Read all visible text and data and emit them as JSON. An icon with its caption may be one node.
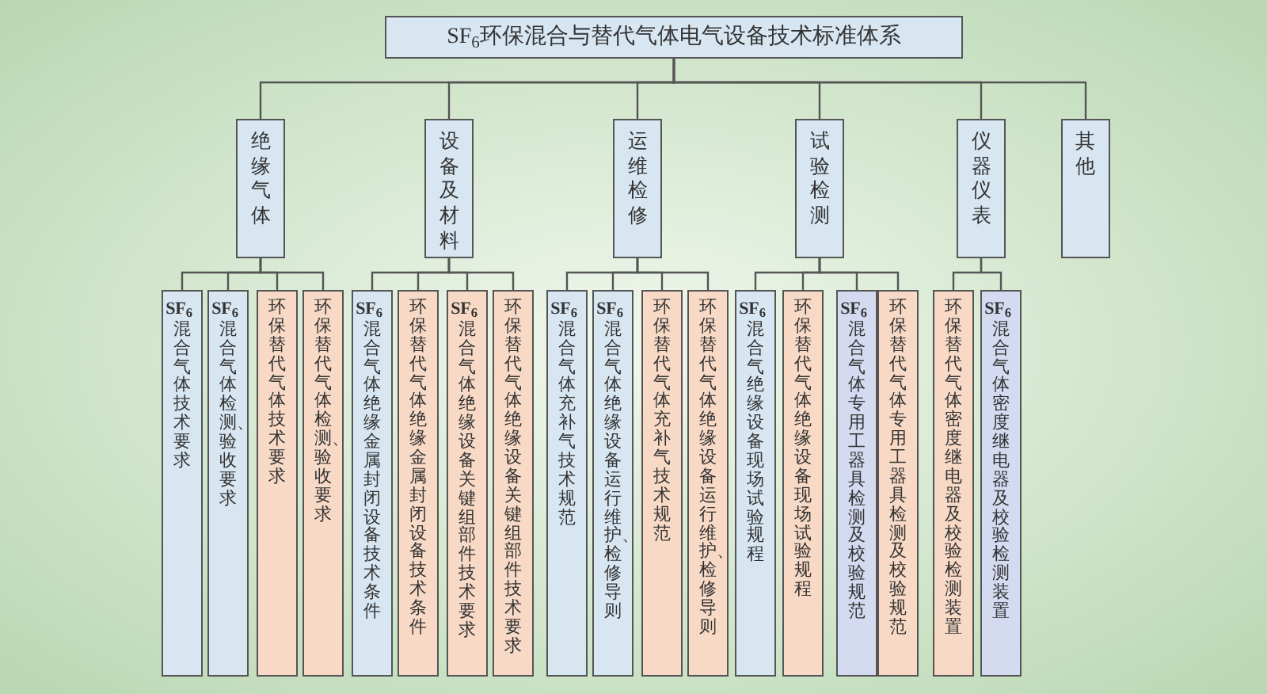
{
  "diagram": {
    "nodes": [
      {
        "text": [
          "SF$_{6}$环保混合与替代气体电气设备技术标准体系"
        ]
      },
      {
        "text": [
          "绝缘气体"
        ]
      },
      {
        "text": [
          "设备及材料"
        ]
      },
      {
        "text": [
          "运维检修"
        ]
      },
      {
        "text": [
          "试验检测"
        ]
      },
      {
        "text": [
          "仪器仪表"
        ]
      },
      {
        "text": [
          "其他"
        ]
      },
      {
        "text": [
          "SF$_{6}$混合气体技术要求"
        ]
      },
      {
        "text": [
          "SF$_{6}$混合气体检测、验收要求"
        ]
      },
      {
        "text": [
          "环保替代气体技术要求"
        ]
      },
      {
        "text": [
          "环保替代气体检测、验收要求"
        ]
      },
      {
        "text": [
          "SF$_{6}$混合气体绝缘金属封闭设备技术条件"
        ]
      },
      {
        "text": [
          "环保替代气体绝缘金属封闭设备技术条件"
        ]
      },
      {
        "text": [
          "SF$_{6}$混合气体绝缘设备关键组部件技术要求"
        ]
      },
      {
        "text": [
          "环保替代气体绝缘设备关键组部件技术要求"
        ]
      },
      {
        "text": [
          "SF$_{6}$混合气体充补气技术规范"
        ]
      },
      {
        "text": [
          "SF$_{6}$混合气体绝缘设备运行维护、检修导则"
        ]
      },
      {
        "text": [
          "环保替代气体充补气技术规范"
        ]
      },
      {
        "text": [
          "环保替代气体绝缘设备运行维护、检修导则"
        ]
      },
      {
        "text": [
          "SF$_{6}$混合气绝缘设备现场试验规程"
        ]
      },
      {
        "text": [
          "环保替代气体绝缘设备现场试验规程"
        ]
      },
      {
        "text": [
          "SF$_{6}$混合气体专用工器具检测及校验规范"
        ]
      },
      {
        "text": [
          "环保替代气体专用工器具检测及校验规范"
        ]
      },
      {
        "text": [
          "环保替代气体密度继电器及校验检测装置"
        ]
      },
      {
        "text": [
          "SF$_{6}$混合气体密度继电器及校验检测装置"
        ]
      }
    ],
    "edges": [
      {
        "from": 0,
        "to": 1,
        "arrow": "none"
      },
      {
        "from": 0,
        "to": 2,
        "arrow": "none"
      },
      {
        "from": 0,
        "to": 3,
        "arrow": "none"
      },
      {
        "from": 0,
        "to": 4,
        "arrow": "none"
      },
      {
        "from": 0,
        "to": 5,
        "arrow": "none"
      },
      {
        "from": 0,
        "to": 6,
        "arrow": "none"
      },
      {
        "from": 1,
        "to": 7,
        "arrow": "none"
      },
      {
        "from": 1,
        "to": 8,
        "arrow": "none"
      },
      {
        "from": 1,
        "to": 9,
        "arrow": "none"
      },
      {
        "from": 1,
        "to": 10,
        "arrow": "none"
      },
      {
        "from": 2,
        "to": 11,
        "arrow": "none"
      },
      {
        "from": 2,
        "to": 12,
        "arrow": "none"
      },
      {
        "from": 2,
        "to": 13,
        "arrow": "none"
      },
      {
        "from": 2,
        "to": 14,
        "arrow": "none"
      },
      {
        "from": 3,
        "to": 15,
        "arrow": "none"
      },
      {
        "from": 3,
        "to": 16,
        "arrow": "none"
      },
      {
        "from": 3,
        "to": 17,
        "arrow": "none"
      },
      {
        "from": 3,
        "to": 18,
        "arrow": "none"
      },
      {
        "from": 4,
        "to": 19,
        "arrow": "none"
      },
      {
        "from": 4,
        "to": 20,
        "arrow": "none"
      },
      {
        "from": 4,
        "to": 21,
        "arrow": "none"
      },
      {
        "from": 4,
        "to": 22,
        "arrow": "none"
      },
      {
        "from": 5,
        "to": 23,
        "arrow": "none"
      },
      {
        "from": 5,
        "to": 24,
        "arrow": "none"
      }
    ]
  }
}
